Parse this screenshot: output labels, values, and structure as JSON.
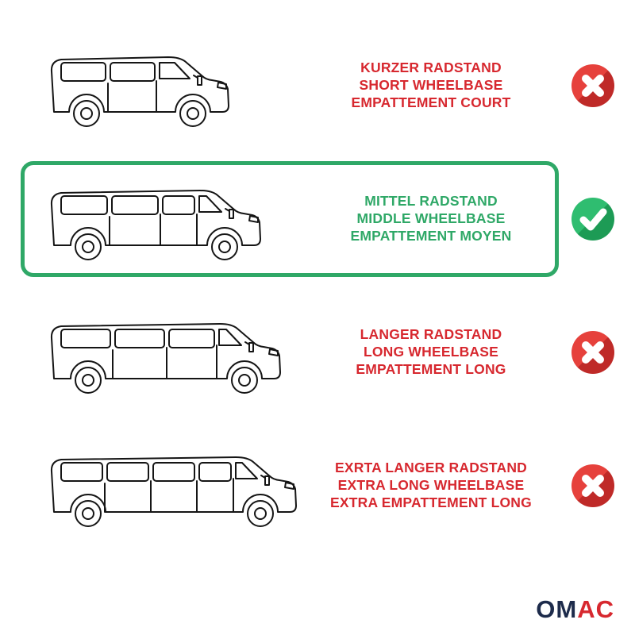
{
  "colors": {
    "text_red": "#D7282F",
    "text_green": "#2FA867",
    "selected_border_green": "#2FA867",
    "icon_red_light": "#E6413C",
    "icon_red_dark": "#BF2A28",
    "icon_green_light": "#2FBD70",
    "icon_green_dark": "#1D9B55",
    "line_art": "#151515",
    "logo_navy": "#1D2B4B",
    "logo_red": "#D7282F"
  },
  "options": [
    {
      "id": "short-wheelbase",
      "selected": false,
      "status": "rejected",
      "icon": "x-icon",
      "lines": [
        "KURZER RADSTAND",
        "SHORT WHEELBASE",
        "EMPATTEMENT COURT"
      ]
    },
    {
      "id": "middle-wheelbase",
      "selected": true,
      "status": "accepted",
      "icon": "check-icon",
      "lines": [
        "MITTEL RADSTAND",
        "MIDDLE WHEELBASE",
        "EMPATTEMENT MOYEN"
      ]
    },
    {
      "id": "long-wheelbase",
      "selected": false,
      "status": "rejected",
      "icon": "x-icon",
      "lines": [
        "LANGER RADSTAND",
        "LONG WHEELBASE",
        "EMPATTEMENT LONG"
      ]
    },
    {
      "id": "extra-long-wheelbase",
      "selected": false,
      "status": "rejected",
      "icon": "x-icon",
      "lines": [
        "EXRTA LANGER RADSTAND",
        "EXTRA LONG WHEELBASE",
        "EXTRA EMPATTEMENT LONG"
      ]
    }
  ],
  "logo": {
    "left": "OM",
    "right": "AC"
  }
}
